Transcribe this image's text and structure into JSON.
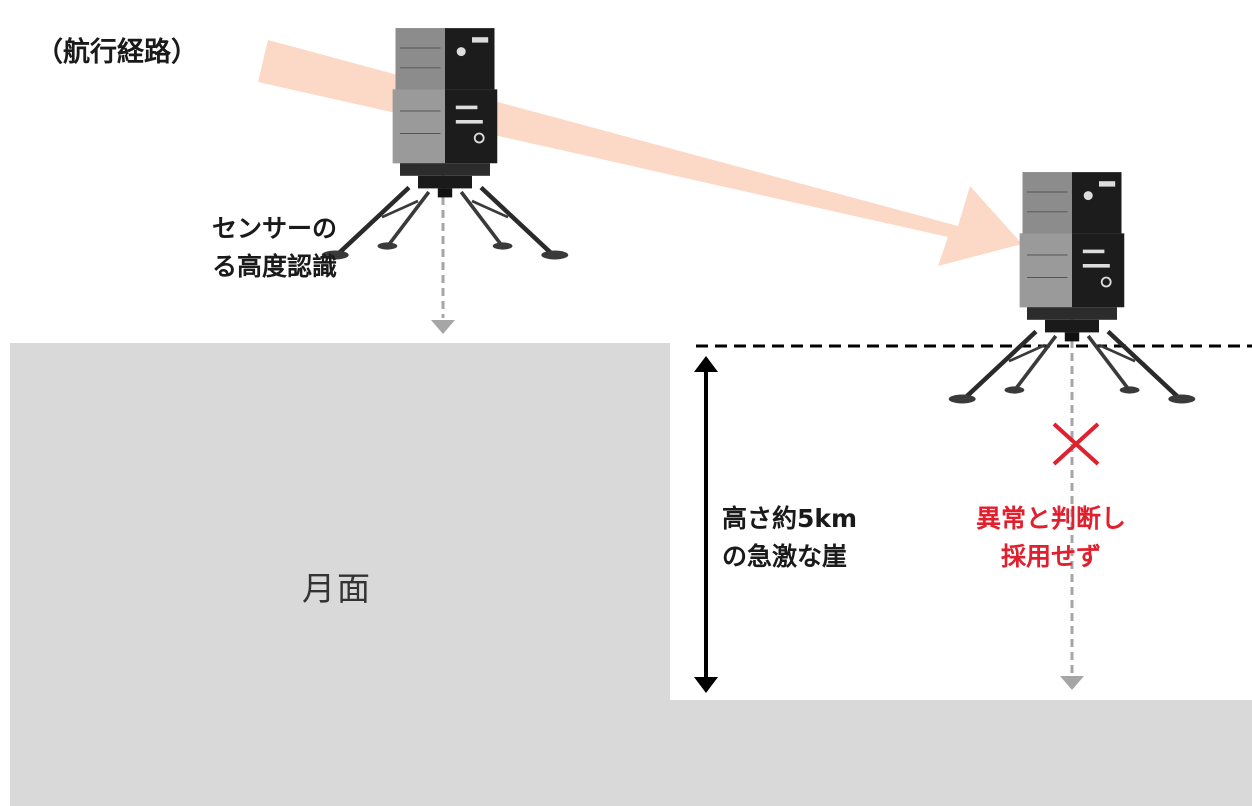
{
  "colors": {
    "surface": "#d9d9d9",
    "route_arrow": "#fbd9c6",
    "reject": "#e0202e",
    "sensor_beam": "#a6a6a6",
    "text": "#1a1a1a"
  },
  "labels": {
    "route": "（航行経路）",
    "sensor": [
      "センサーの",
      "る高度認識"
    ],
    "cliff": [
      "高さ約5km",
      "の急激な崖"
    ],
    "reject": [
      "異常と判断し",
      "採用せず"
    ],
    "surface": "月面"
  },
  "icons": {
    "lander": "lunar-lander-icon",
    "reject_mark": "cross-icon"
  }
}
